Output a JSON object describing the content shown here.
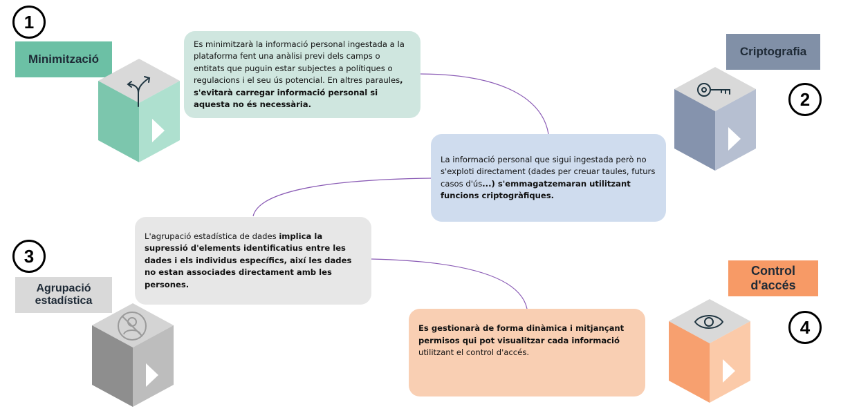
{
  "steps": [
    {
      "number": "1",
      "label": "Minimització",
      "text_parts": [
        {
          "t": "Es minimitzarà la informació personal ingestada a la plataforma fent una anàlisi previ dels camps o entitats que puguin estar subjectes a polítiques o regulacions i el seu ús potencial. En altres paraules",
          "bold": false
        },
        {
          "t": ", s'evitarà carregar informació personal si aquesta no és necessària.",
          "bold": true
        }
      ],
      "icon": "branch-arrows-icon",
      "colors": {
        "label": "#6cc0a5",
        "bubble": "#cfe6df",
        "cube_top": "#d9d9d9",
        "cube_left": "#7cc6ad",
        "cube_right": "#aee0cf"
      }
    },
    {
      "number": "2",
      "label": "Criptografia",
      "text_parts": [
        {
          "t": "La informació personal que sigui ingestada però no s'exploti directament (dades per creuar taules, futurs casos d'ús",
          "bold": false
        },
        {
          "t": "...) s'emmagatzemaran utilitzant funcions criptogràfiques.",
          "bold": true
        }
      ],
      "icon": "key-icon",
      "colors": {
        "label": "#8190a7",
        "bubble": "#cfdcee",
        "cube_top": "#d9d9d9",
        "cube_left": "#8593ad",
        "cube_right": "#b6bfd1"
      }
    },
    {
      "number": "3",
      "label": "Agrupació estadística",
      "text_parts": [
        {
          "t": "L'agrupació estadística de dades ",
          "bold": false
        },
        {
          "t": "implica la supressió d'elements identificatius entre les dades i els individus específics, així les dades no estan  associades directament amb les persones.",
          "bold": true
        }
      ],
      "icon": "no-person-icon",
      "colors": {
        "label": "#d9d9d9",
        "bubble": "#e7e7e7",
        "cube_top": "#d4d4d4",
        "cube_left": "#8e8e8e",
        "cube_right": "#bdbdbd"
      }
    },
    {
      "number": "4",
      "label": "Control d'accés",
      "text_parts": [
        {
          "t": "Es gestionarà de forma dinàmica i mitjançant permisos qui pot visualitzar cada informació",
          "bold": true
        },
        {
          "t": " utilitzant el control d'accés.",
          "bold": false
        }
      ],
      "icon": "eye-icon",
      "colors": {
        "label": "#f79a66",
        "bubble": "#f9cfb3",
        "cube_top": "#d9d9d9",
        "cube_left": "#f7a06f",
        "cube_right": "#fbcaa9"
      }
    }
  ],
  "connector_color": "#8a5bb5"
}
